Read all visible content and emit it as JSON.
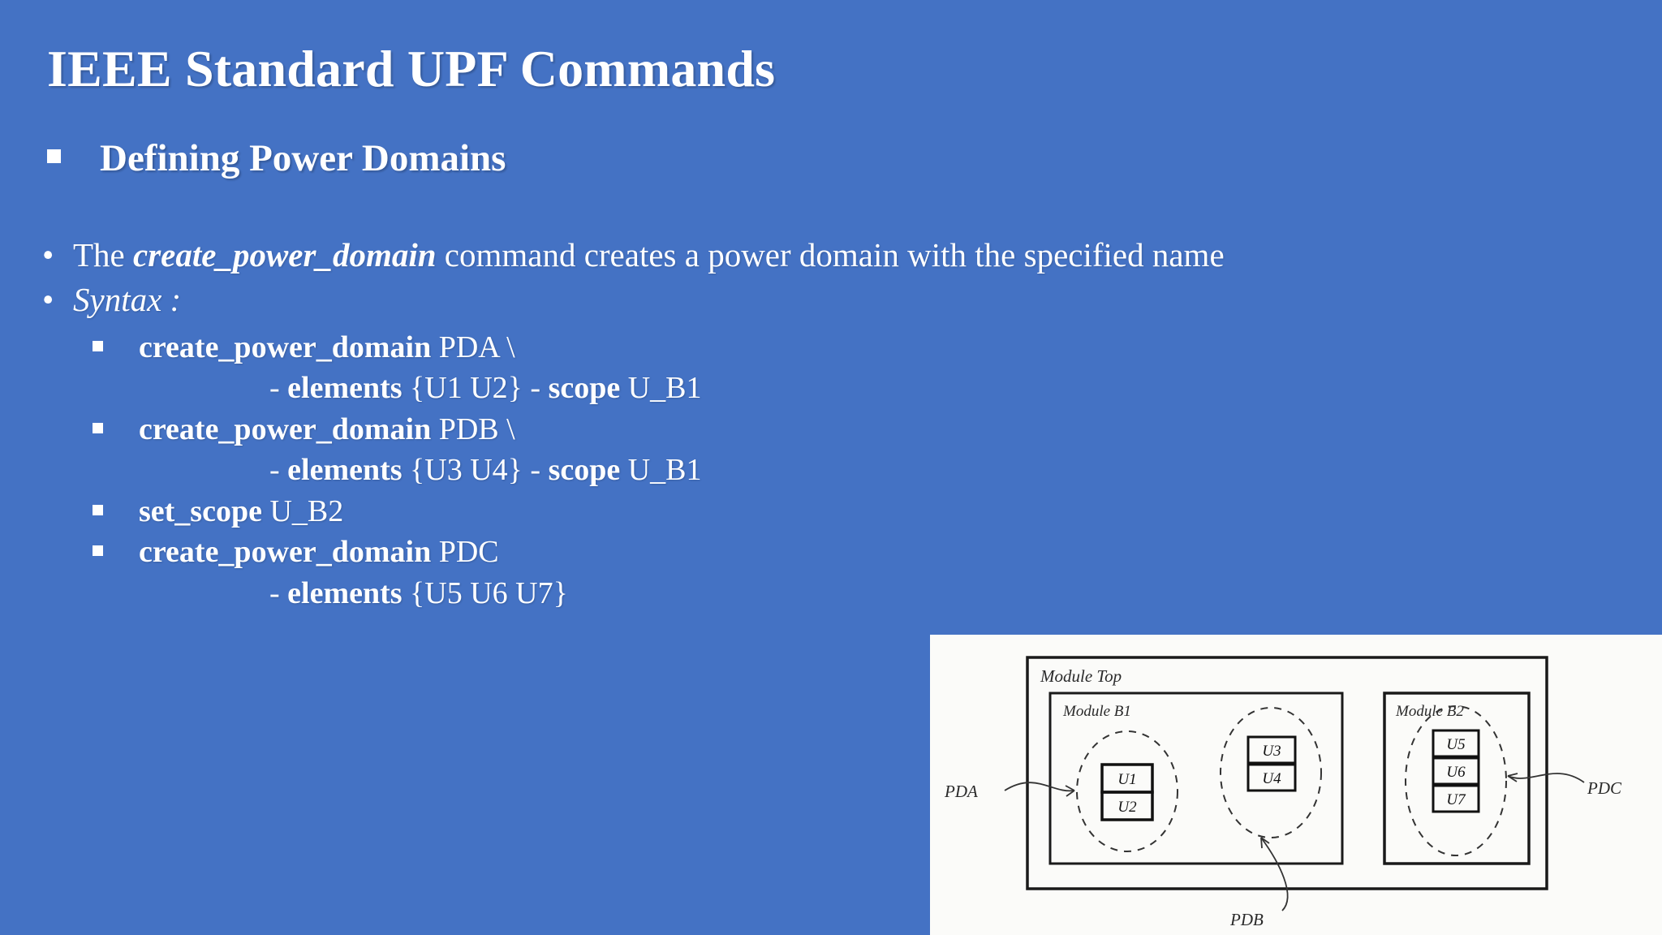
{
  "slide": {
    "background_color": "#4472C4",
    "text_color": "#FFFFFF",
    "title": "IEEE Standard UPF Commands",
    "subhead": "Defining Power Domains"
  },
  "body": {
    "bullet1": {
      "lead": "The ",
      "command": "create_power_domain",
      "tail": " command creates a power domain with the specified name"
    },
    "bullet2": {
      "label": "Syntax :"
    },
    "code_lines": [
      {
        "bullet": "square",
        "cmd": "create_power_domain",
        "args": " PDA \\",
        "continuation": {
          "dash": "- ",
          "opt1": "elements",
          "val1": " {U1 U2} - ",
          "opt2": "scope",
          "val2": " U_B1"
        }
      },
      {
        "bullet": "square",
        "cmd": "create_power_domain",
        "args": " PDB \\",
        "continuation": {
          "dash": "- ",
          "opt1": "elements",
          "val1": " {U3 U4} - ",
          "opt2": "scope",
          "val2": " U_B1"
        }
      },
      {
        "bullet": "square",
        "cmd": "set_scope",
        "args": " U_B2",
        "continuation": null
      },
      {
        "bullet": "square",
        "cmd": "create_power_domain",
        "args": " PDC",
        "continuation": {
          "dash": "- ",
          "opt1": "elements",
          "val1": " {U5 U6 U7}",
          "opt2": "",
          "val2": ""
        }
      }
    ]
  },
  "figure": {
    "name": "power-domain-hierarchy-diagram",
    "background_color": "#FBFBF9",
    "labels": {
      "module_top": "Module Top",
      "module_b1": "Module B1",
      "module_b2": "Module B2",
      "pda": "PDA",
      "pdb": "PDB",
      "pdc": "PDC"
    },
    "instances": {
      "group_pda": [
        "U1",
        "U2"
      ],
      "group_pdb": [
        "U3",
        "U4"
      ],
      "group_pdc": [
        "U5",
        "U6",
        "U7"
      ]
    }
  }
}
